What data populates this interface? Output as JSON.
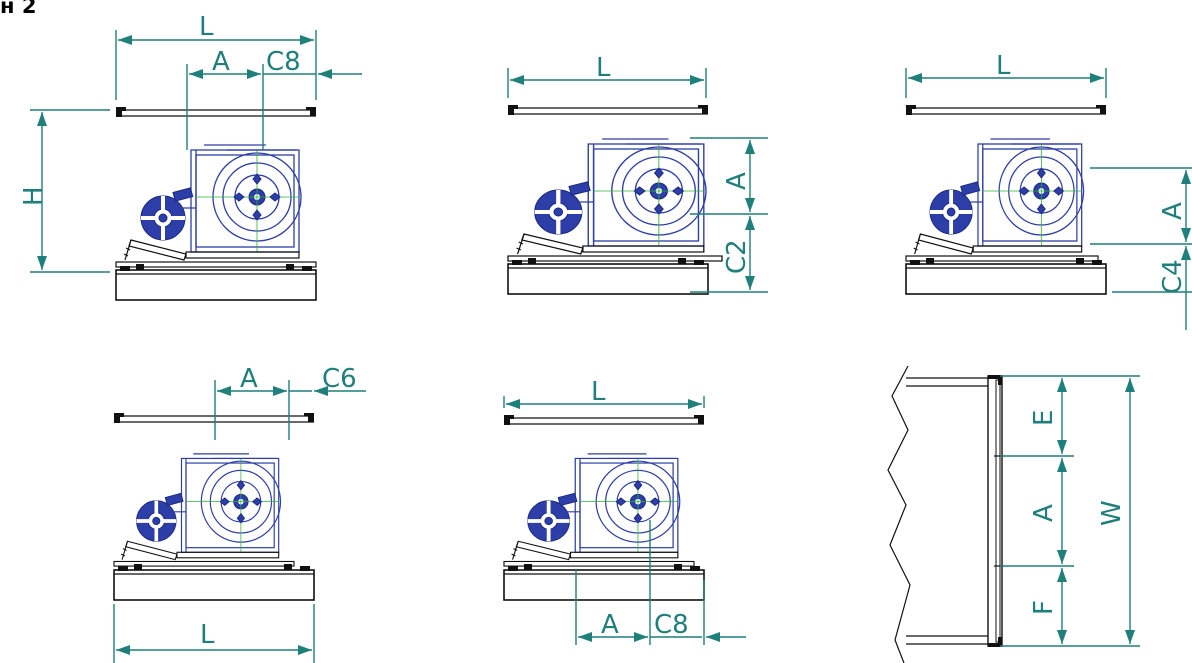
{
  "title": "н 2",
  "views": {
    "v1": {
      "L": "L",
      "A": "A",
      "C": "C8",
      "H": "H"
    },
    "v2": {
      "L": "L",
      "A": "A",
      "C": "C2"
    },
    "v3": {
      "L": "L",
      "A": "A",
      "C": "C4"
    },
    "v4": {
      "L": "L",
      "A": "A",
      "C": "C6"
    },
    "v5": {
      "L": "L",
      "A": "A",
      "C": "C8"
    },
    "v6": {
      "E": "E",
      "A": "A",
      "F": "F",
      "W": "W"
    }
  },
  "colors": {
    "dimension": "#1f7f7a",
    "fan": "#2d3ea8",
    "center_lines": "#2bb52b",
    "outline": "#111111"
  }
}
